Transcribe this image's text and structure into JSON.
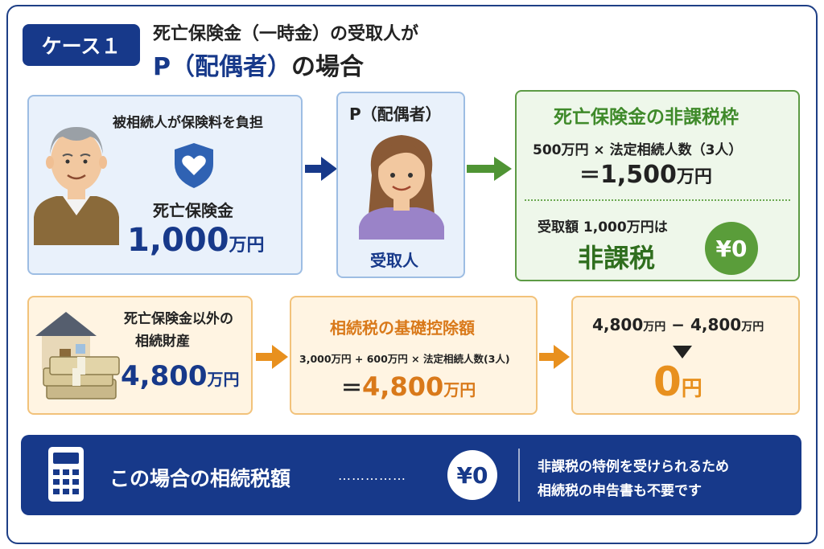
{
  "header": {
    "case_label": "ケース１",
    "title_line1": "死亡保険金（一時金）の受取人が",
    "title_line2_accent": "P（配偶者）",
    "title_line2_suffix": "の場合"
  },
  "box1": {
    "heading": "被相続人が保険料を負担",
    "label": "死亡保険金",
    "amount": "1,000",
    "unit": "万円"
  },
  "box2": {
    "heading": "P（配偶者）",
    "label": "受取人"
  },
  "box3": {
    "heading": "死亡保険金の非課税枠",
    "formula": "500万円 × 法定相続人数（3人）",
    "result_prefix": "＝",
    "result_amount": "1,500",
    "result_unit": "万円",
    "received": "受取額 1,000万円は",
    "nontaxable": "非課税",
    "badge": "¥0"
  },
  "box4": {
    "line1": "死亡保険金以外の",
    "line2": "相続財産",
    "amount": "4,800",
    "unit": "万円"
  },
  "box5": {
    "heading": "相続税の基礎控除額",
    "formula": "3,000万円 + 600万円 × 法定相続人数(3人)",
    "result_prefix": "＝",
    "result_amount": "4,800",
    "result_unit": "万円"
  },
  "box6": {
    "formula_a": "4,800",
    "formula_a_unit": "万円",
    "minus": " − ",
    "formula_b": "4,800",
    "formula_b_unit": "万円",
    "result_amount": "0",
    "result_unit": "円"
  },
  "bottom": {
    "label": "この場合の相続税額",
    "leader": "……………",
    "badge": "¥0",
    "note_line1": "非課税の特例を受けられるため",
    "note_line2": "相続税の申告書も不要です"
  },
  "colors": {
    "navy": "#17398a",
    "green": "#3f8a2a",
    "orange": "#e8901e",
    "orange_text": "#d9791a"
  },
  "icons": [
    "grandfather-icon",
    "shield-heart-icon",
    "woman-icon",
    "house-icon",
    "money-stack-icon",
    "calculator-icon"
  ]
}
